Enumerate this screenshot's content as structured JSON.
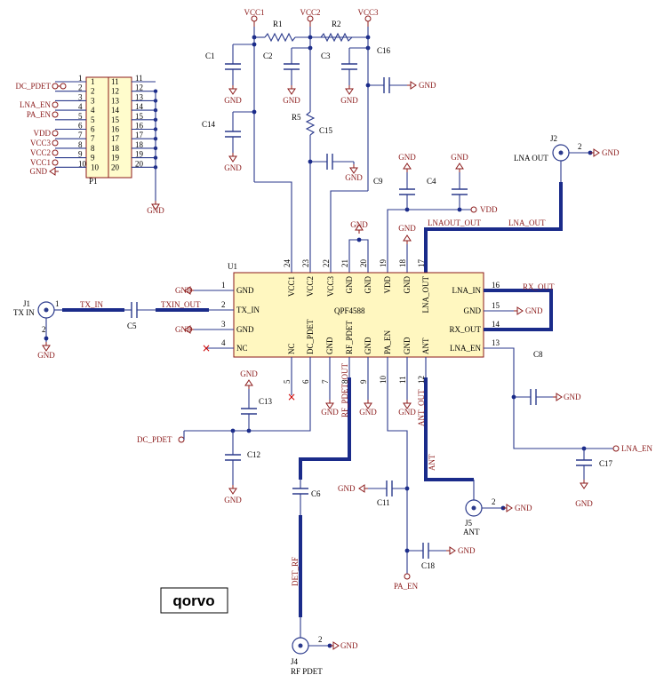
{
  "colors": {
    "wire": "#2b3a8c",
    "thick": "#1a2b8a",
    "label": "#8b1a1a",
    "chip": "#fff7c0",
    "chip_border": "#8b1a1a",
    "conn": "#fffccc"
  },
  "logo": {
    "text": "qorvo"
  },
  "chip": {
    "ref": "U1",
    "part": "QPF4588",
    "left_pins": [
      {
        "num": "1",
        "name": "GND"
      },
      {
        "num": "2",
        "name": "TX_IN"
      },
      {
        "num": "3",
        "name": "GND"
      },
      {
        "num": "4",
        "name": "NC"
      }
    ],
    "right_pins": [
      {
        "num": "16",
        "name": "LNA_IN"
      },
      {
        "num": "15",
        "name": "GND"
      },
      {
        "num": "14",
        "name": "RX_OUT"
      },
      {
        "num": "13",
        "name": "LNA_EN"
      }
    ],
    "top_pins": [
      {
        "num": "24",
        "name": "VCC1"
      },
      {
        "num": "23",
        "name": "VCC2"
      },
      {
        "num": "22",
        "name": "VCC3"
      },
      {
        "num": "21",
        "name": "GND"
      },
      {
        "num": "20",
        "name": "GND"
      },
      {
        "num": "19",
        "name": "VDD"
      },
      {
        "num": "18",
        "name": "GND"
      },
      {
        "num": "17",
        "name": "LNA_OUT"
      }
    ],
    "bottom_pins": [
      {
        "num": "5",
        "name": "NC"
      },
      {
        "num": "6",
        "name": "DC_PDET"
      },
      {
        "num": "7",
        "name": "GND"
      },
      {
        "num": "8",
        "name": "RF_PDET"
      },
      {
        "num": "9",
        "name": "GND"
      },
      {
        "num": "10",
        "name": "PA_EN"
      },
      {
        "num": "11",
        "name": "GND"
      },
      {
        "num": "12",
        "name": "ANT"
      }
    ]
  },
  "header": {
    "ref": "P1",
    "left_nums": [
      "1",
      "2",
      "3",
      "4",
      "5",
      "6",
      "7",
      "8",
      "9",
      "10"
    ],
    "right_nums": [
      "11",
      "12",
      "13",
      "14",
      "15",
      "16",
      "17",
      "18",
      "19",
      "20"
    ],
    "outer_left": [
      "1",
      "2",
      "3",
      "4",
      "5",
      "6",
      "7",
      "8",
      "9",
      "10"
    ],
    "outer_right": [
      "11",
      "12",
      "13",
      "14",
      "15",
      "16",
      "17",
      "18",
      "19",
      "20"
    ],
    "nets": [
      "DC_PDET",
      "LNA_EN",
      "PA_EN",
      "VDD",
      "VCC3",
      "VCC2",
      "VCC1",
      "GND"
    ]
  },
  "power": {
    "vcc1": "VCC1",
    "vcc2": "VCC2",
    "vcc3": "VCC3",
    "vdd": "VDD",
    "gnd": "GND"
  },
  "parts": {
    "r1": "R1",
    "r2": "R2",
    "r5": "R5",
    "c1": "C1",
    "c2": "C2",
    "c3": "C3",
    "c4": "C4",
    "c5": "C5",
    "c6": "C6",
    "c8": "C8",
    "c9": "C9",
    "c11": "C11",
    "c12": "C12",
    "c13": "C13",
    "c14": "C14",
    "c15": "C15",
    "c16": "C16",
    "c17": "C17",
    "c18": "C18"
  },
  "connectors": {
    "j1": "J1",
    "j2": "J2",
    "j4": "J4",
    "j5": "J5",
    "j1_label": "TX IN",
    "j2_label": "LNA OUT",
    "j4_label": "RF PDET",
    "j5_label": "ANT",
    "pin1": "1",
    "pin2": "2"
  },
  "nets": {
    "tx_in": "TX_IN",
    "txin_out": "TXIN_OUT",
    "rx_out": "RX_OUT",
    "lnaout_out": "LNAOUT_OUT",
    "lna_out": "LNA_OUT",
    "lna_en": "LNA_EN",
    "dc_pdet": "DC_PDET",
    "pa_en": "PA_EN",
    "rf_pdet_out": "RF_PDET_OUT",
    "ant_out": "ANT_OUT",
    "det_rf": "DET_RF",
    "ant": "ANT"
  }
}
